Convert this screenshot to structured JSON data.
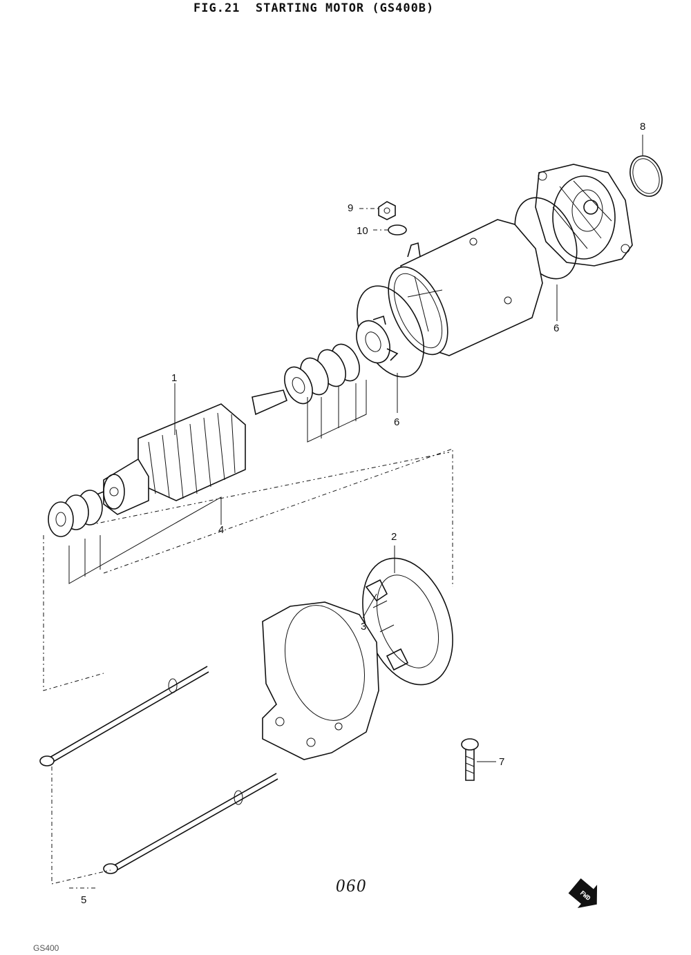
{
  "title": "FIG.21  STARTING MOTOR (GS400B)",
  "callouts": {
    "c1": "1",
    "c2": "2",
    "c3": "3",
    "c4": "4",
    "c5": "5",
    "c6a": "6",
    "c6b": "6",
    "c7": "7",
    "c8": "8",
    "c9": "9",
    "c10": "10"
  },
  "page_number": "060",
  "footer_code": "GS400",
  "fwd_label": "FWD",
  "icons": {
    "direction": "fwd-arrow-icon"
  }
}
